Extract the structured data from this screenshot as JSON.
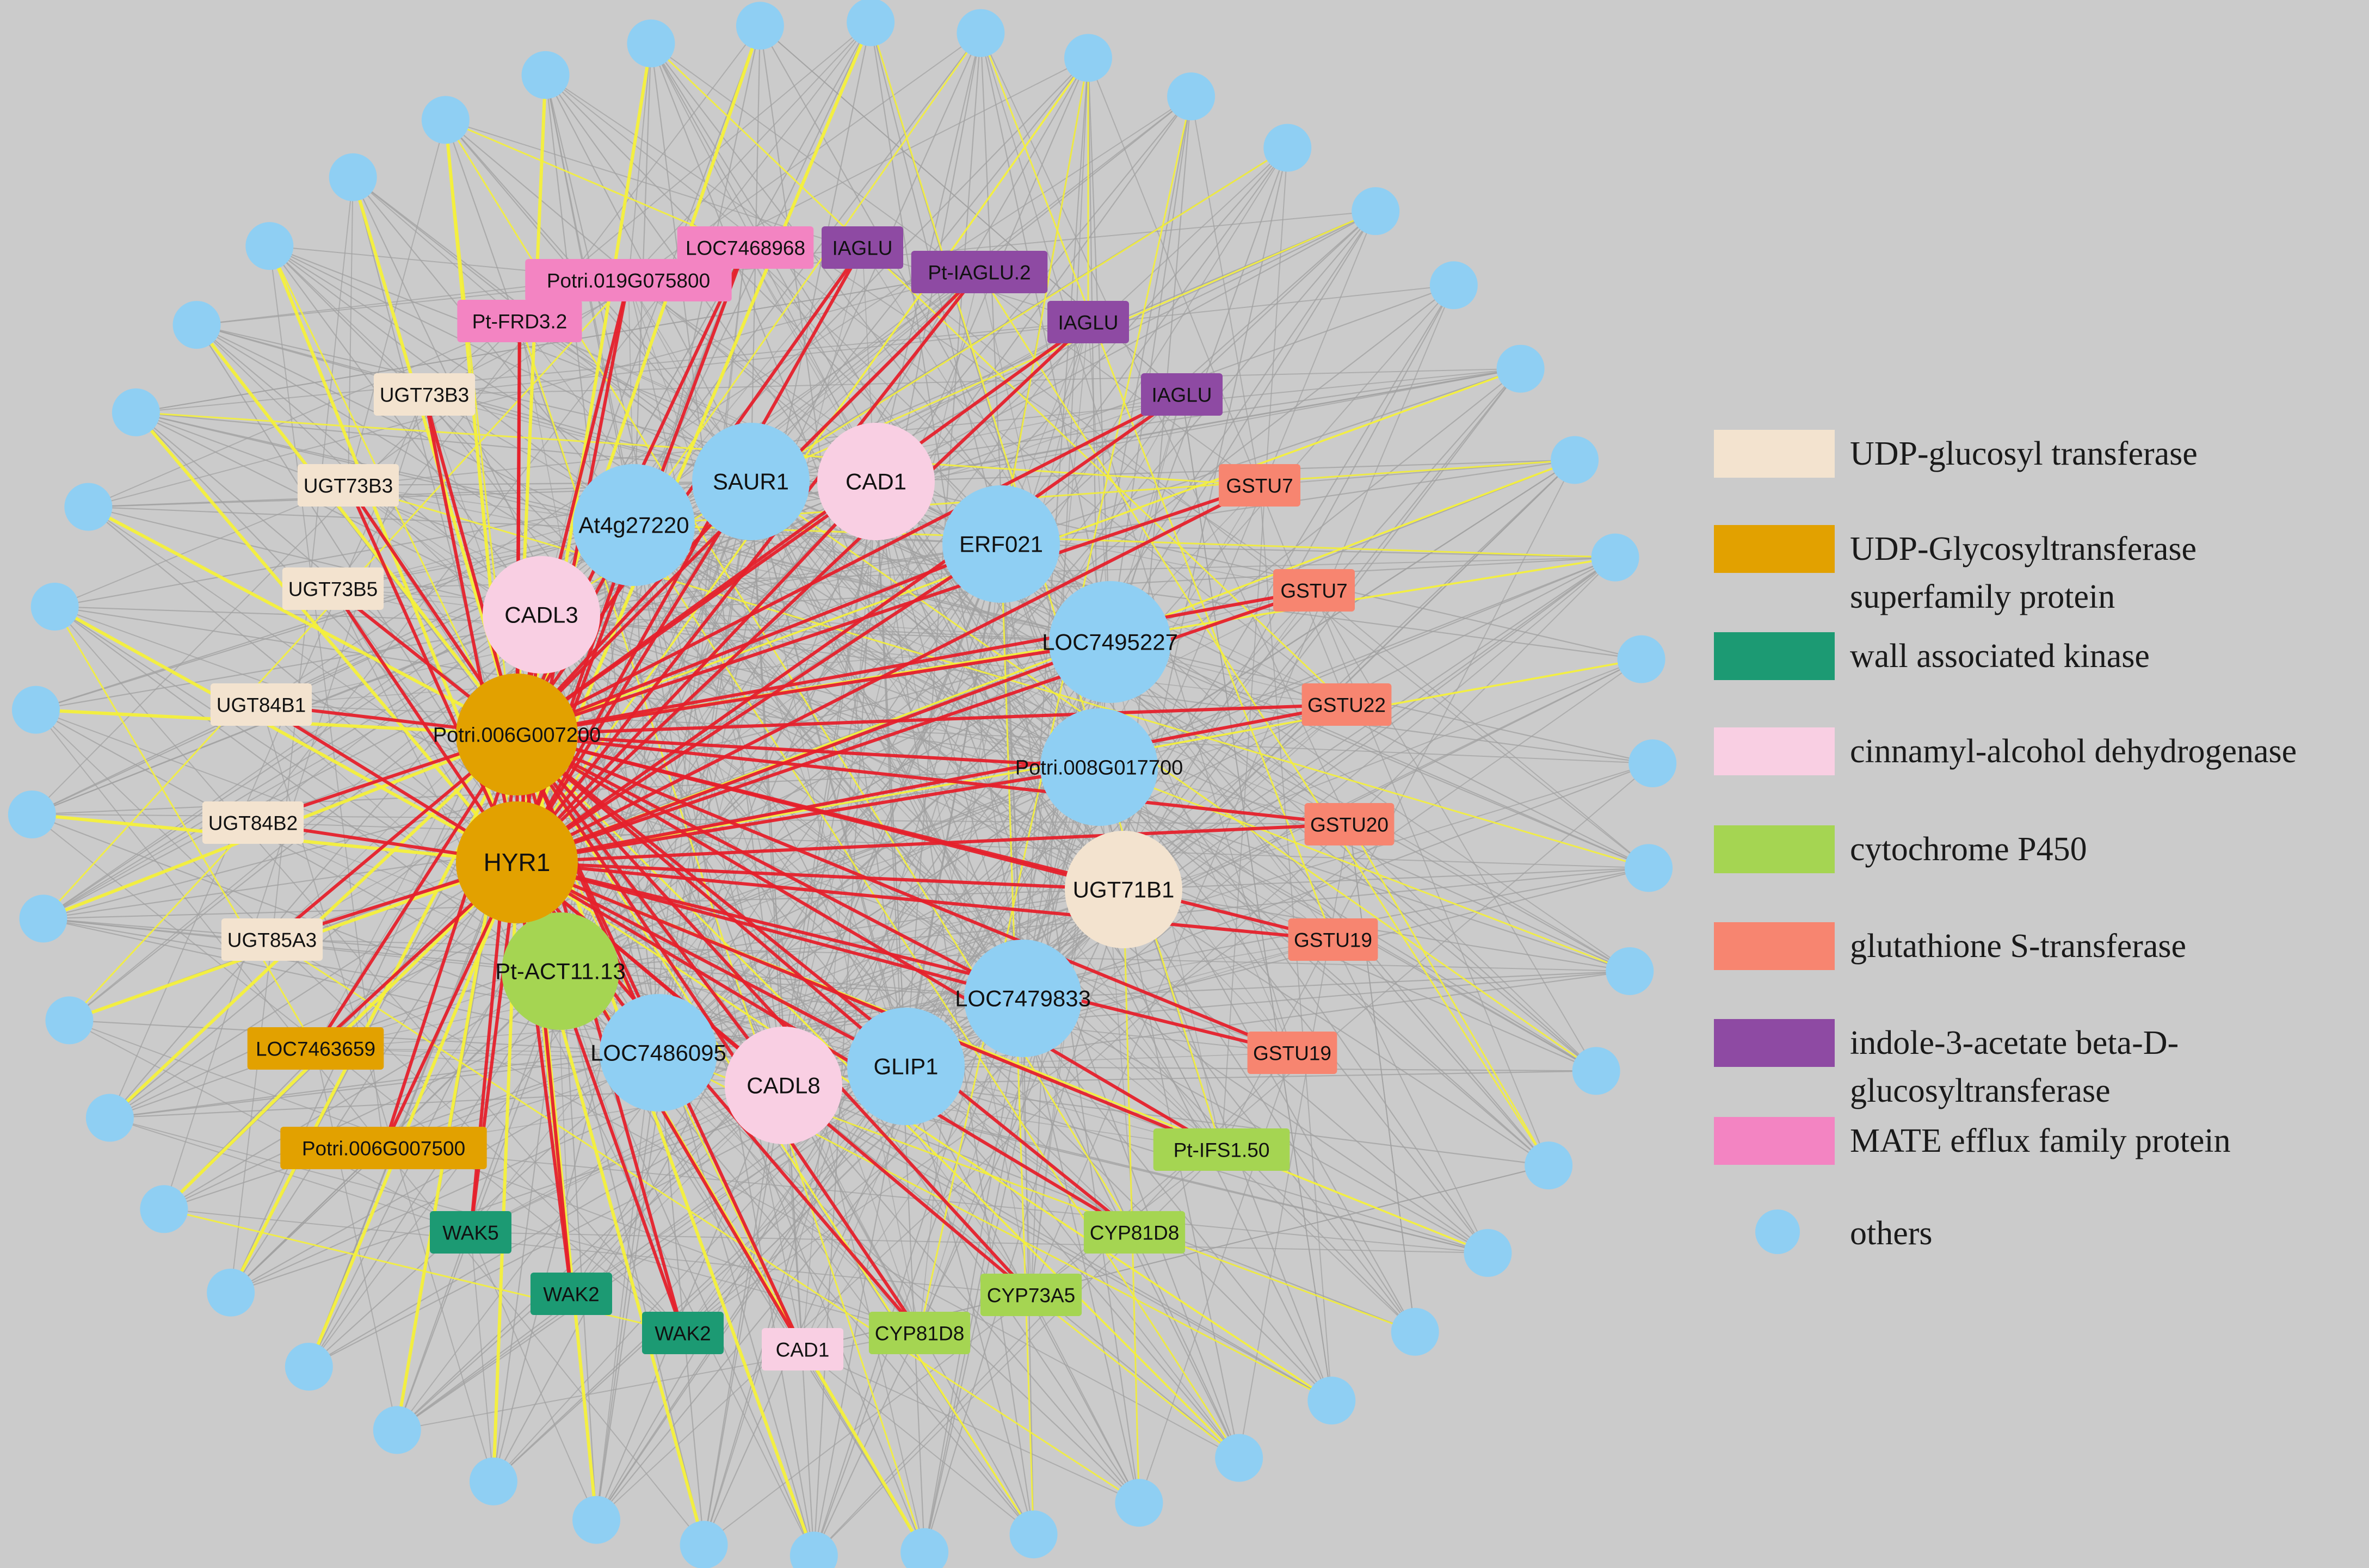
{
  "colors": {
    "background": "#cbcbcb",
    "edge_gray": "#a0a0a0",
    "edge_yellow": "#f4f03a",
    "edge_red": "#e5202b"
  },
  "categories": {
    "udp_gt": {
      "label": "UDP-glucosyl transferase",
      "color": "#f3e3cf"
    },
    "udp_sf": {
      "label": "UDP-Glycosyltransferase superfamily protein",
      "color": "#e2a100"
    },
    "wak": {
      "label": "wall associated kinase",
      "color": "#1c9a73"
    },
    "cad": {
      "label": "cinnamyl-alcohol dehydrogenase",
      "color": "#f9cfe3"
    },
    "p450": {
      "label": "cytochrome P450",
      "color": "#a5d552"
    },
    "gst": {
      "label": "glutathione S-transferase",
      "color": "#f78570"
    },
    "iaglu": {
      "label": "indole-3-acetate beta-D-glucosyltransferase",
      "color": "#8e4aa3"
    },
    "mate": {
      "label": "MATE efflux family protein",
      "color": "#f384c2"
    },
    "others": {
      "label": "others",
      "color": "#8fcff3"
    }
  },
  "legend_order": [
    "udp_gt",
    "udp_sf",
    "wak",
    "cad",
    "p450",
    "gst",
    "iaglu",
    "mate",
    "others"
  ],
  "hubs": [
    {
      "id": "HYR1",
      "label": "HYR1",
      "cat": "udp_sf"
    },
    {
      "id": "Potri.006G007200",
      "label": "Potri.006G007200",
      "cat": "udp_sf"
    }
  ],
  "inner_nodes": [
    {
      "id": "SAUR1",
      "label": "SAUR1",
      "cat": "others"
    },
    {
      "id": "CAD1a",
      "label": "CAD1",
      "cat": "cad"
    },
    {
      "id": "At4g27220",
      "label": "At4g27220",
      "cat": "others"
    },
    {
      "id": "ERF021",
      "label": "ERF021",
      "cat": "others"
    },
    {
      "id": "CADL3",
      "label": "CADL3",
      "cat": "cad"
    },
    {
      "id": "LOC7495227",
      "label": "LOC7495227",
      "cat": "others"
    },
    {
      "id": "Potri.008G017700",
      "label": "Potri.008G017700",
      "cat": "others"
    },
    {
      "id": "UGT71B1",
      "label": "UGT71B1",
      "cat": "udp_gt"
    },
    {
      "id": "Pt-ACT11.13",
      "label": "Pt-ACT11.13",
      "cat": "p450"
    },
    {
      "id": "LOC7479833",
      "label": "LOC7479833",
      "cat": "others"
    },
    {
      "id": "LOC7486095",
      "label": "LOC7486095",
      "cat": "others"
    },
    {
      "id": "CADL8",
      "label": "CADL8",
      "cat": "cad"
    },
    {
      "id": "GLIP1",
      "label": "GLIP1",
      "cat": "others"
    }
  ],
  "ring_nodes": [
    {
      "id": "LOC7468968",
      "label": "LOC7468968",
      "cat": "mate"
    },
    {
      "id": "IAGLU1",
      "label": "IAGLU",
      "cat": "iaglu"
    },
    {
      "id": "Potri.019G075800",
      "label": "Potri.019G075800",
      "cat": "mate"
    },
    {
      "id": "Pt-IAGLU.2",
      "label": "Pt-IAGLU.2",
      "cat": "iaglu"
    },
    {
      "id": "Pt-FRD3.2",
      "label": "Pt-FRD3.2",
      "cat": "mate"
    },
    {
      "id": "IAGLU2",
      "label": "IAGLU",
      "cat": "iaglu"
    },
    {
      "id": "UGT73B3a",
      "label": "UGT73B3",
      "cat": "udp_gt"
    },
    {
      "id": "IAGLU3",
      "label": "IAGLU",
      "cat": "iaglu"
    },
    {
      "id": "UGT73B3b",
      "label": "UGT73B3",
      "cat": "udp_gt"
    },
    {
      "id": "GSTU7a",
      "label": "GSTU7",
      "cat": "gst"
    },
    {
      "id": "UGT73B5",
      "label": "UGT73B5",
      "cat": "udp_gt"
    },
    {
      "id": "GSTU7b",
      "label": "GSTU7",
      "cat": "gst"
    },
    {
      "id": "UGT84B1",
      "label": "UGT84B1",
      "cat": "udp_gt"
    },
    {
      "id": "GSTU22",
      "label": "GSTU22",
      "cat": "gst"
    },
    {
      "id": "UGT84B2",
      "label": "UGT84B2",
      "cat": "udp_gt"
    },
    {
      "id": "GSTU20",
      "label": "GSTU20",
      "cat": "gst"
    },
    {
      "id": "UGT85A3",
      "label": "UGT85A3",
      "cat": "udp_gt"
    },
    {
      "id": "GSTU19a",
      "label": "GSTU19",
      "cat": "gst"
    },
    {
      "id": "LOC7463659",
      "label": "LOC7463659",
      "cat": "udp_sf"
    },
    {
      "id": "GSTU19b",
      "label": "GSTU19",
      "cat": "gst"
    },
    {
      "id": "Potri.006G007500",
      "label": "Potri.006G007500",
      "cat": "udp_sf"
    },
    {
      "id": "Pt-IFS1.50",
      "label": "Pt-IFS1.50",
      "cat": "p450"
    },
    {
      "id": "WAK5",
      "label": "WAK5",
      "cat": "wak"
    },
    {
      "id": "CYP81D8a",
      "label": "CYP81D8",
      "cat": "p450"
    },
    {
      "id": "WAK2a",
      "label": "WAK2",
      "cat": "wak"
    },
    {
      "id": "CYP73A5",
      "label": "CYP73A5",
      "cat": "p450"
    },
    {
      "id": "WAK2b",
      "label": "WAK2",
      "cat": "wak"
    },
    {
      "id": "CAD1b",
      "label": "CAD1",
      "cat": "cad"
    },
    {
      "id": "CYP81D8b",
      "label": "CYP81D8",
      "cat": "p450"
    }
  ],
  "outer_ring": {
    "count": 46,
    "cat": "others"
  }
}
